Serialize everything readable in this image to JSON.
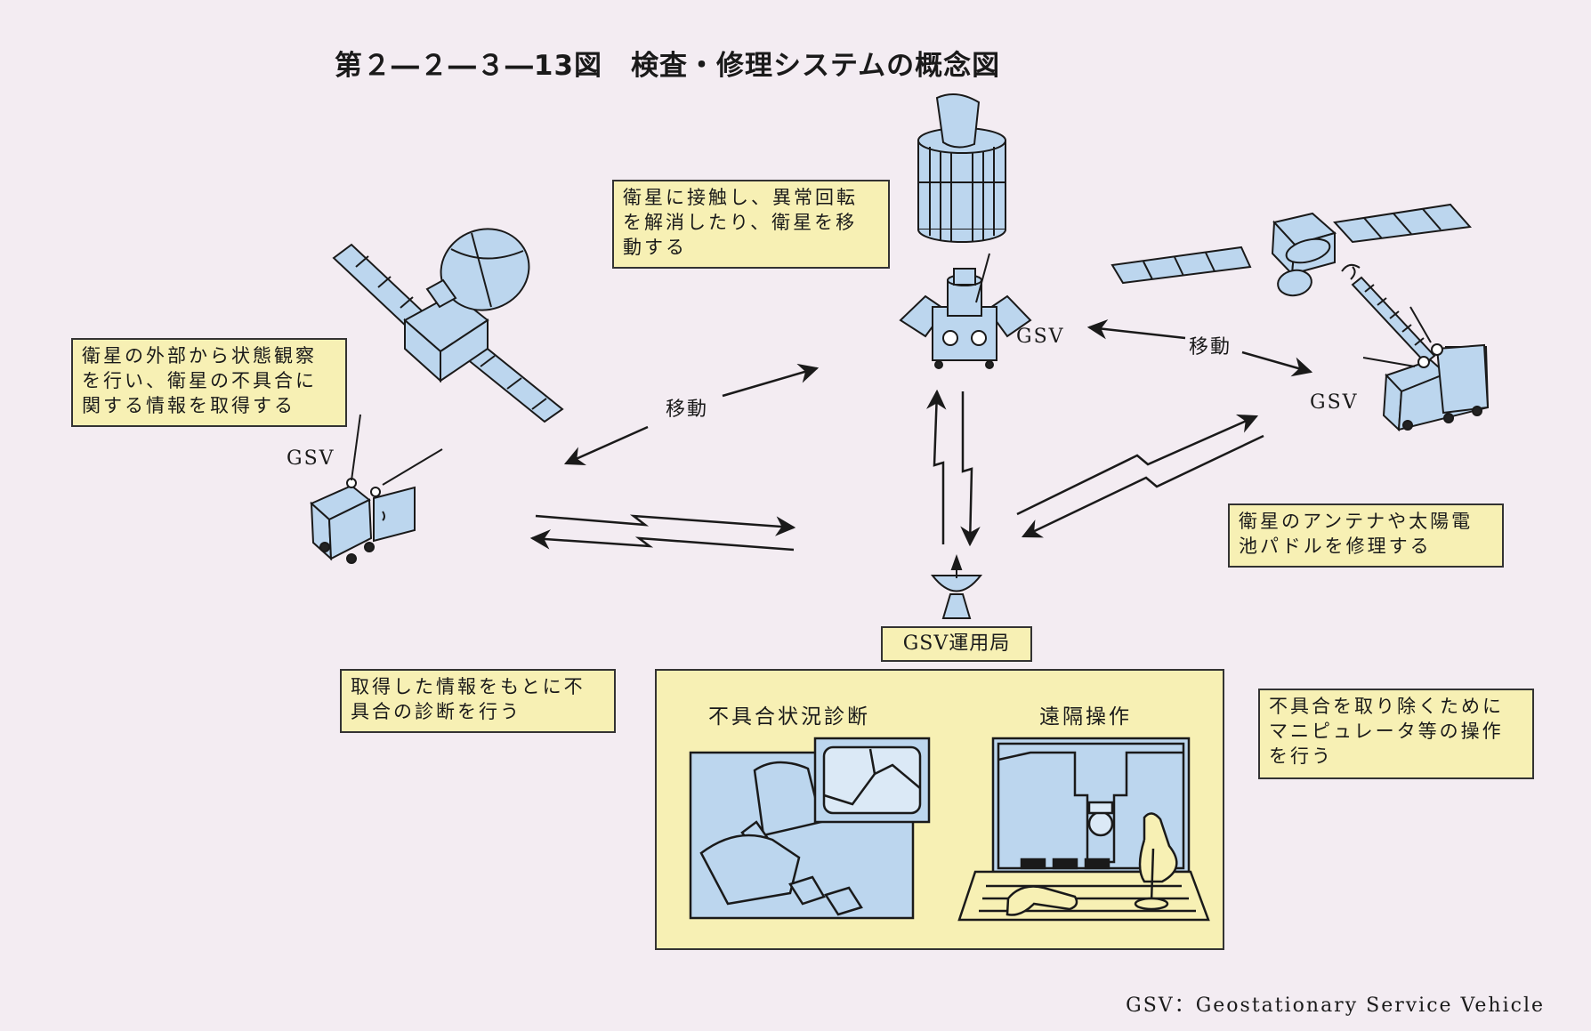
{
  "title": "第２―２―３―13図　検査・修理システムの概念図",
  "notes": {
    "detumble": "衛星に接触し、異常回転\nを解消したり、衛星を移\n動する",
    "inspect": "衛星の外部から状態観察\nを行い、衛星の不具合に\n関する情報を取得する",
    "repair": "衛星のアンテナや太陽電\n池パドルを修理する",
    "diagnose": "取得した情報をもとに不\n具合の診断を行う",
    "manipulate": "不具合を取り除くために\nマニピュレータ等の操作\nを行う"
  },
  "labels": {
    "gsv_left": "GSV",
    "gsv_center": "GSV",
    "gsv_right": "GSV",
    "move_left": "移動",
    "move_right": "移動",
    "station": "GSV運用局"
  },
  "ops": {
    "panel_diagnosis": "不具合状況診断",
    "panel_remote": "遠隔操作"
  },
  "footnote": "GSV：Geostationary Service Vehicle",
  "colors": {
    "background": "#f3ecf2",
    "note_fill": "#f7f0b4",
    "spacecraft_fill": "#bcd6ee",
    "line": "#1a1a1a"
  }
}
